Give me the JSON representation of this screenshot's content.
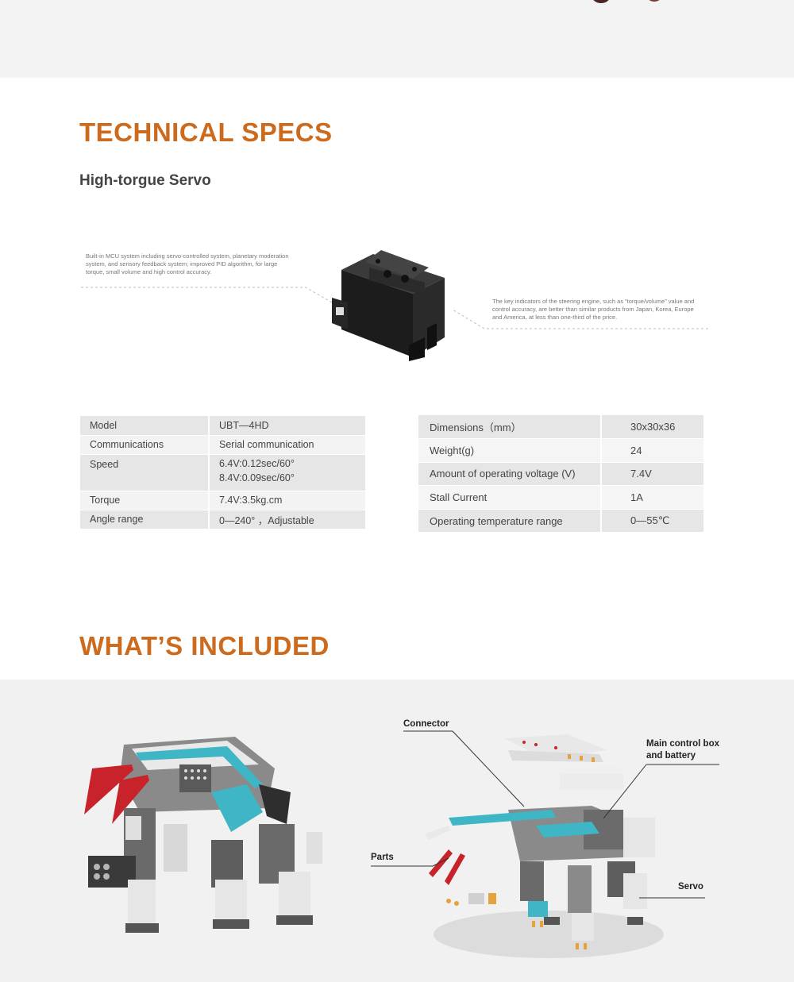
{
  "sections": {
    "specs_title": "TECHNICAL SPECS",
    "included_title": "WHAT’S INCLUDED"
  },
  "product": {
    "name": "High-torgue Servo",
    "callout_left": "Built-in MCU system including servo-controlled system, planetary moderation system, and sensory feedback system; improved PID algorithm, for large torque, small volume and high control accuracy.",
    "callout_right": "The key indicators of the steering engine, such as “torque/volume” value and control accuracy, are better than similar products from Japan, Korea, Europe and America, at less than one-third of the price.",
    "icon": "servo-motor-image"
  },
  "specs_left": [
    {
      "key": "Model",
      "value": "UBT—4HD"
    },
    {
      "key": "Communications",
      "value": "Serial communication"
    },
    {
      "key": "Speed",
      "value": "6.4V:0.12sec/60°",
      "value2": "8.4V:0.09sec/60°"
    },
    {
      "key": "Torque",
      "value": "7.4V:3.5kg.cm"
    },
    {
      "key": "Angle range",
      "value": "0—240° ，Adjustable"
    }
  ],
  "specs_right": [
    {
      "key": "Dimensions（mm）",
      "value": "30x30x36"
    },
    {
      "key": "Weight(g)",
      "value": "24"
    },
    {
      "key": "Amount of operating voltage (V)",
      "value": "7.4V"
    },
    {
      "key": "Stall Current",
      "value": "1A"
    },
    {
      "key": "Operating temperature range",
      "value": "0—55℃"
    }
  ],
  "included": {
    "labels": {
      "connector": "Connector",
      "main_control_line1": "Main control box",
      "main_control_line2": "and battery",
      "parts": "Parts",
      "servo": "Servo"
    },
    "colors": {
      "accent": "#cc6a1d",
      "robot_teal": "#3fb6c6",
      "robot_red": "#c8232a"
    }
  }
}
